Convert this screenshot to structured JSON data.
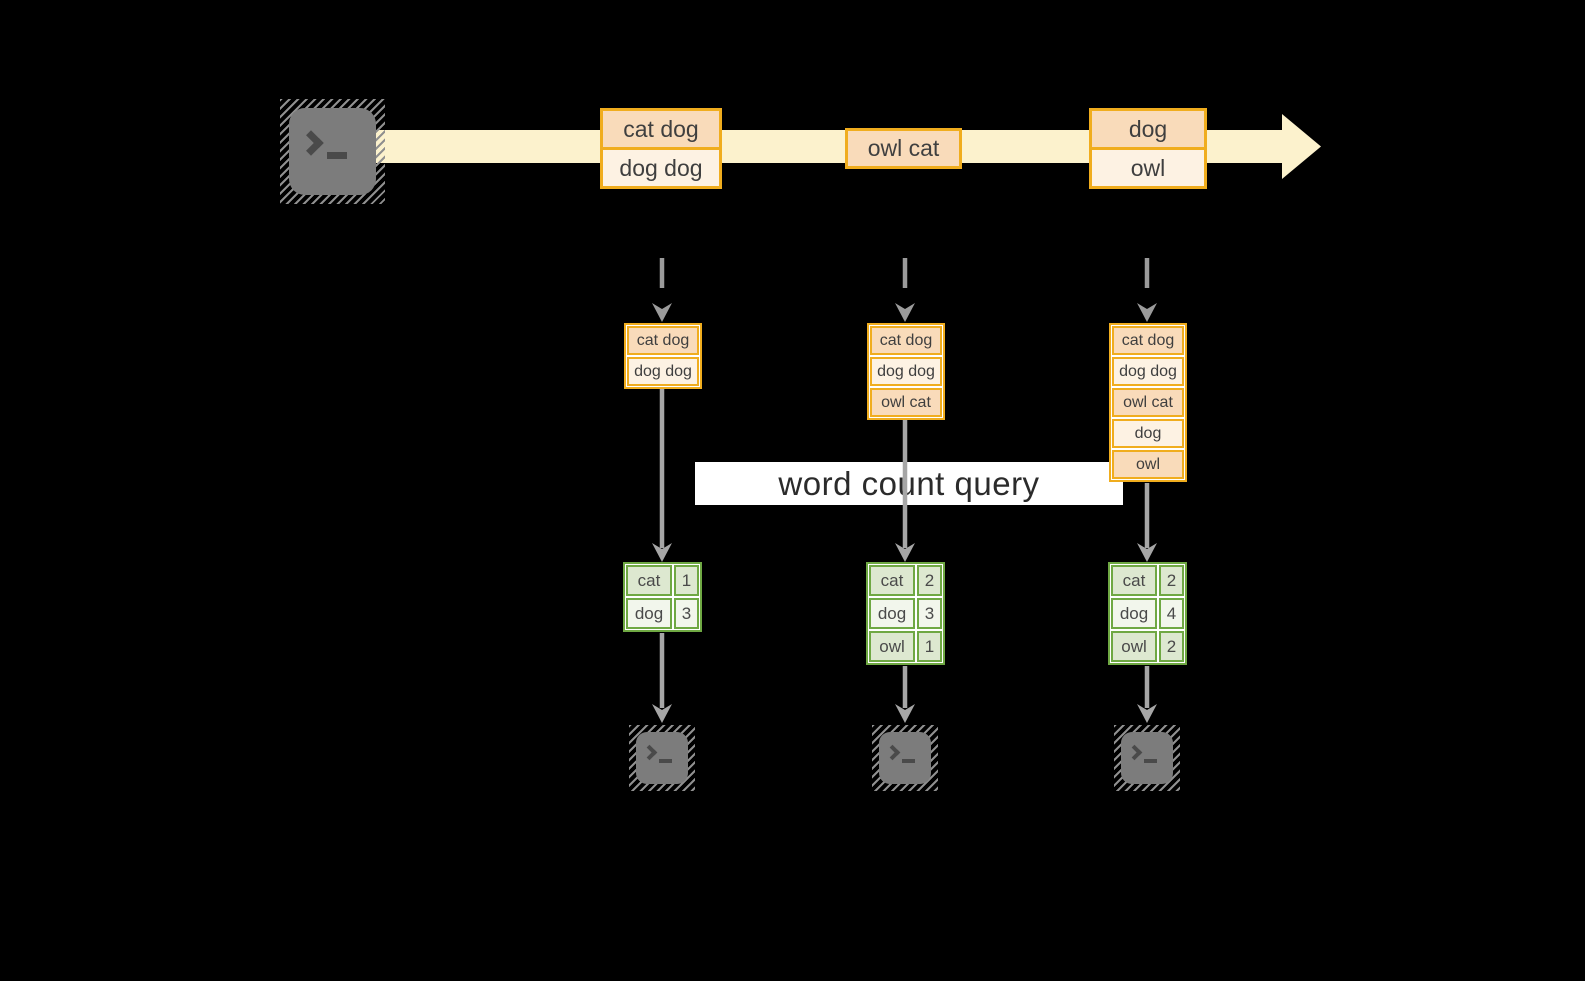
{
  "colors": {
    "amber": "#f0ad1e",
    "peach": "#f9dbba",
    "cream": "#fdf2e3",
    "band": "#fcf2cd",
    "green": "#6fa843",
    "sage_dark": "#dde8d0",
    "sage_light": "#f2f6ec",
    "arrow": "#a6a6a6",
    "arrow_dashed": "#9b9b9b",
    "ink": "#3f3f3f"
  },
  "banner": {
    "label": "word count query"
  },
  "stream": {
    "records": [
      {
        "lines": [
          "cat dog",
          "dog dog"
        ]
      },
      {
        "lines": [
          "owl cat"
        ]
      },
      {
        "lines": [
          "dog",
          "owl"
        ]
      }
    ]
  },
  "columns": [
    {
      "state": [
        "cat dog",
        "dog dog"
      ],
      "result": [
        {
          "word": "cat",
          "count": "1"
        },
        {
          "word": "dog",
          "count": "3"
        }
      ]
    },
    {
      "state": [
        "cat dog",
        "dog dog",
        "owl cat"
      ],
      "result": [
        {
          "word": "cat",
          "count": "2"
        },
        {
          "word": "dog",
          "count": "3"
        },
        {
          "word": "owl",
          "count": "1"
        }
      ]
    },
    {
      "state": [
        "cat dog",
        "dog dog",
        "owl cat",
        "dog",
        "owl"
      ],
      "result": [
        {
          "word": "cat",
          "count": "2"
        },
        {
          "word": "dog",
          "count": "4"
        },
        {
          "word": "owl",
          "count": "2"
        }
      ]
    }
  ]
}
